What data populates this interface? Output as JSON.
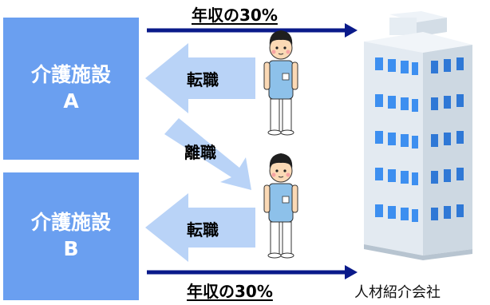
{
  "facility_a": {
    "name": "介護施設",
    "letter": "A"
  },
  "facility_b": {
    "name": "介護施設",
    "letter": "B"
  },
  "labels": {
    "job_change_top": "転職",
    "resign": "離職",
    "job_change_bottom": "転職",
    "fee_top": "年収の30%",
    "fee_bottom": "年収の30%"
  },
  "company": {
    "name": "人材紹介会社"
  },
  "colors": {
    "facility_box": "#6a9ff0",
    "pale_arrow": "#b9d3f7",
    "fee_arrow": "#0a1a8a",
    "building": "#dfe8f0",
    "window": "#3d8ff0"
  },
  "icons": [
    "caregiver-person",
    "office-building"
  ]
}
